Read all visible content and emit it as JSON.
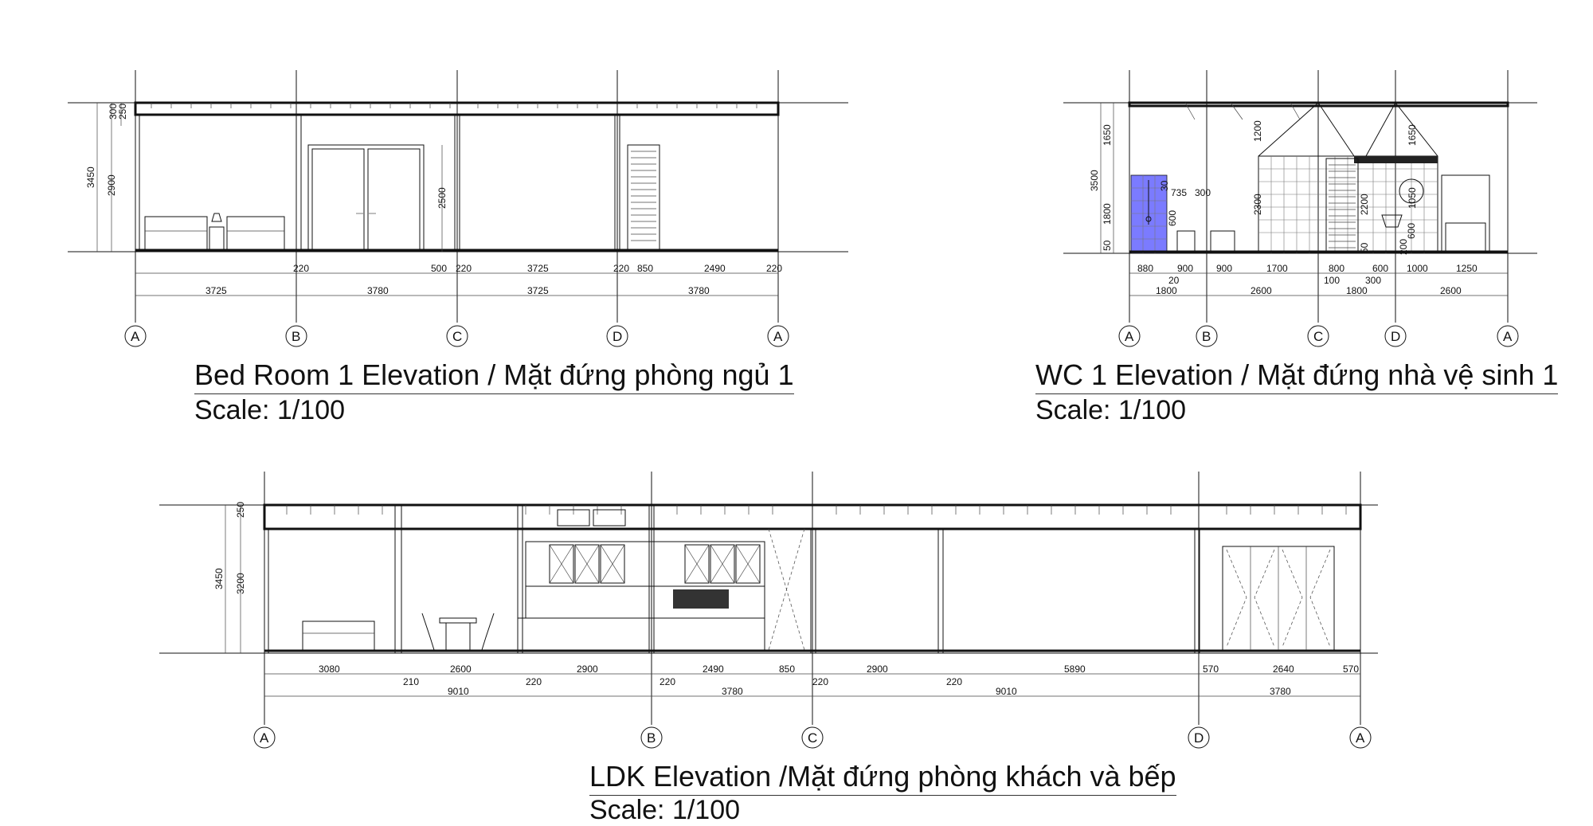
{
  "drawings": {
    "bedroom": {
      "title": "Bed Room 1 Elevation / Mặt đứng phòng ngủ 1",
      "scale": "Scale: 1/100",
      "grid_labels": [
        "A",
        "B",
        "C",
        "D",
        "A"
      ],
      "vertical_dims": [
        "300",
        "250",
        "3450",
        "2900",
        "2500"
      ],
      "dims_row1": [
        "220",
        "500",
        "220",
        "3725",
        "220",
        "850",
        "2490",
        "220"
      ],
      "dims_row2": [
        "3725",
        "3780",
        "3725",
        "3780"
      ]
    },
    "wc": {
      "title": "WC 1 Elevation / Mặt đứng nhà vệ sinh 1",
      "scale": "Scale: 1/100",
      "grid_labels": [
        "A",
        "B",
        "C",
        "D",
        "A"
      ],
      "vertical_dims": [
        "1650",
        "3500",
        "1800",
        "50",
        "1200",
        "2300",
        "1650",
        "2200",
        "1050",
        "50",
        "200",
        "600",
        "30",
        "600",
        "735",
        "300"
      ],
      "dims_row1": [
        "880",
        "900",
        "900",
        "1700",
        "800",
        "600",
        "1000",
        "1250"
      ],
      "dims_row1b": [
        "20",
        "100",
        "300"
      ],
      "dims_row2": [
        "1800",
        "2600",
        "1800",
        "2600"
      ]
    },
    "ldk": {
      "title": "LDK Elevation /Mặt đứng phòng khách và bếp",
      "scale": "Scale: 1/100",
      "grid_labels": [
        "A",
        "B",
        "C",
        "D",
        "A"
      ],
      "vertical_dims": [
        "250",
        "3450",
        "3200"
      ],
      "dims_row1": [
        "3080",
        "2600",
        "2900",
        "2490",
        "850",
        "2900",
        "5890",
        "570",
        "2640",
        "570"
      ],
      "dims_row1b": [
        "210",
        "220",
        "220",
        "220",
        "220"
      ],
      "dims_row2": [
        "9010",
        "3780",
        "9010",
        "3780"
      ]
    }
  },
  "colors": {
    "line": "#111111",
    "tile_highlight": "#7b7bff"
  }
}
